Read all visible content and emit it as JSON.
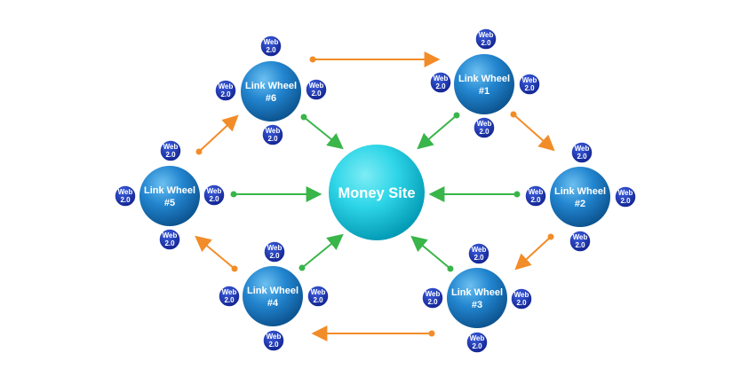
{
  "money_site": {
    "label": "Money Site"
  },
  "web20_label": {
    "line1": "Web",
    "line2": "2.0"
  },
  "wheels": [
    {
      "id": "lw1",
      "line1": "Link Wheel",
      "line2": "#1"
    },
    {
      "id": "lw2",
      "line1": "Link Wheel",
      "line2": "#2"
    },
    {
      "id": "lw3",
      "line1": "Link Wheel",
      "line2": "#3"
    },
    {
      "id": "lw4",
      "line1": "Link Wheel",
      "line2": "#4"
    },
    {
      "id": "lw5",
      "line1": "Link Wheel",
      "line2": "#5"
    },
    {
      "id": "lw6",
      "line1": "Link Wheel",
      "line2": "#6"
    }
  ],
  "web20_per_wheel": 4,
  "orange_links": [
    {
      "from": "lw6",
      "to": "lw1"
    },
    {
      "from": "lw1",
      "to": "lw2"
    },
    {
      "from": "lw2",
      "to": "lw3"
    },
    {
      "from": "lw3",
      "to": "lw4"
    },
    {
      "from": "lw4",
      "to": "lw5"
    },
    {
      "from": "lw5",
      "to": "lw6"
    }
  ],
  "green_links": [
    {
      "from": "lw1",
      "to": "money"
    },
    {
      "from": "lw2",
      "to": "money"
    },
    {
      "from": "lw3",
      "to": "money"
    },
    {
      "from": "lw4",
      "to": "money"
    },
    {
      "from": "lw5",
      "to": "money"
    },
    {
      "from": "lw6",
      "to": "money"
    }
  ],
  "colors": {
    "orange_arrow": "#f28c28",
    "green_arrow": "#39b54a",
    "money_site_center": "#2fd6e8",
    "money_site_edge": "#0097b2",
    "wheel_center": "#3a9fe0",
    "wheel_edge": "#0a4f8a",
    "web20_fill": "#1a2fa8",
    "web20_ring": "#ffffff"
  }
}
